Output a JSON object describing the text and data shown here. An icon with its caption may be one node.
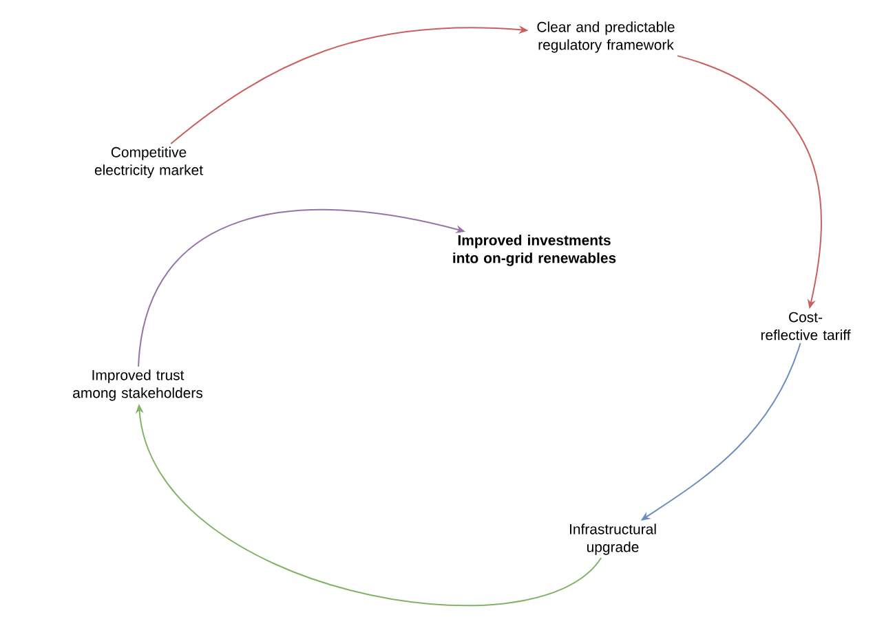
{
  "diagram": {
    "nodes": [
      {
        "text": [
          "Competitive electricity market"
        ]
      },
      {
        "text": [
          "Clear and predictable regulatory framework"
        ]
      },
      {
        "text": [
          "Cost-reflective tariff"
        ]
      },
      {
        "text": [
          "Infrastructural upgrade"
        ]
      },
      {
        "text": [
          "Improved trust among stakeholders"
        ]
      },
      {
        "text": [
          "Improved investments into on-grid renewables"
        ]
      }
    ],
    "edges": [
      {
        "from": 0,
        "to": 1,
        "arrow": "to",
        "color": "#c9605e"
      },
      {
        "from": 1,
        "to": 2,
        "arrow": "to",
        "color": "#c9605e"
      },
      {
        "from": 2,
        "to": 3,
        "arrow": "to",
        "color": "#6c8ebf"
      },
      {
        "from": 3,
        "to": 4,
        "arrow": "to",
        "color": "#82b366"
      },
      {
        "from": 4,
        "to": 5,
        "arrow": "to",
        "color": "#9673a6"
      }
    ]
  }
}
